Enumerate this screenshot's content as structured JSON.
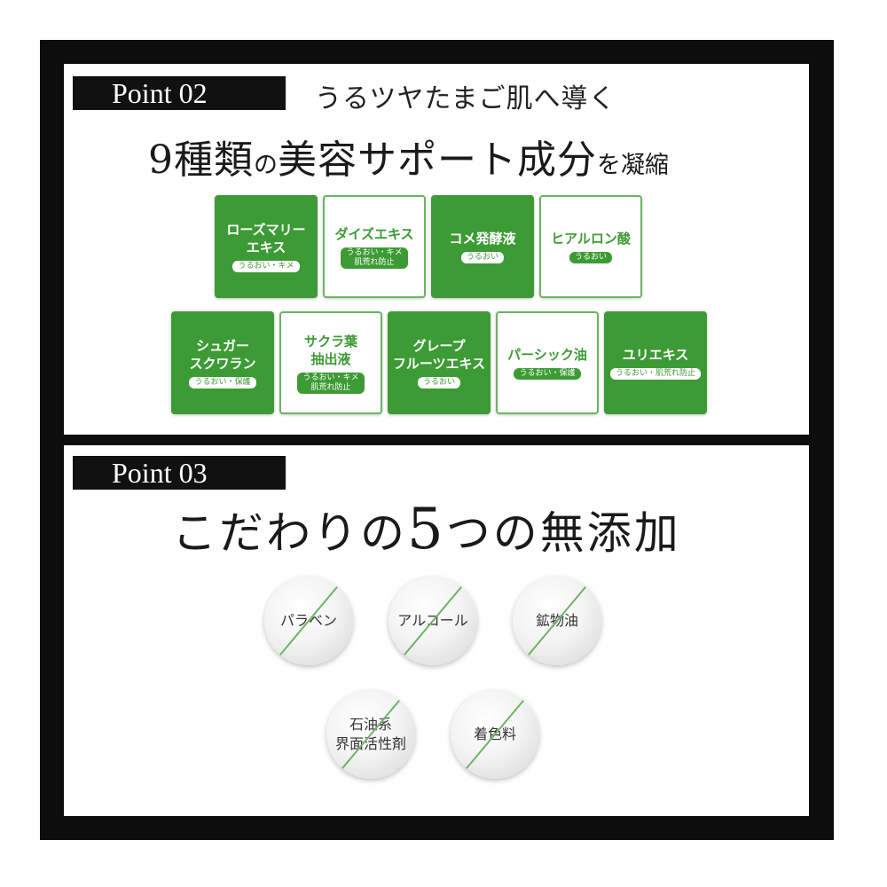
{
  "point2": {
    "label": "Point 02",
    "subtitle": "うるツヤたまご肌へ導く",
    "headline_big_1": "9種類",
    "headline_small_1": "の",
    "headline_big_2": "美容サポート成分",
    "headline_small_2": "を凝縮",
    "ingredients": [
      {
        "name": "ローズマリー\nエキス",
        "tag": "うるおい・キメ",
        "style": "green"
      },
      {
        "name": "ダイズエキス",
        "tag": "うるおい・キメ\n肌荒れ防止",
        "style": "white"
      },
      {
        "name": "コメ発酵液",
        "tag": "うるおい",
        "style": "green"
      },
      {
        "name": "ヒアルロン酸",
        "tag": "うるおい",
        "style": "white"
      },
      {
        "name": "シュガー\nスクワラン",
        "tag": "うるおい・保護",
        "style": "green"
      },
      {
        "name": "サクラ葉\n抽出液",
        "tag": "うるおい・キメ\n肌荒れ防止",
        "style": "white"
      },
      {
        "name": "グレープ\nフルーツエキス",
        "tag": "うるおい",
        "style": "green"
      },
      {
        "name": "パーシック油",
        "tag": "うるおい・保護",
        "style": "white"
      },
      {
        "name": "ユリエキス",
        "tag": "うるおい・肌荒れ防止",
        "style": "green"
      }
    ]
  },
  "point3": {
    "label": "Point 03",
    "headline_1": "こだわりの",
    "headline_num": "5",
    "headline_2": "つの無添加",
    "additives": [
      "パラベン",
      "アルコール",
      "鉱物油",
      "石油系\n界面活性剤",
      "着色料"
    ]
  },
  "colors": {
    "green": "#3d9b35",
    "frame": "#0d0d0d",
    "slash": "#6cb464"
  }
}
